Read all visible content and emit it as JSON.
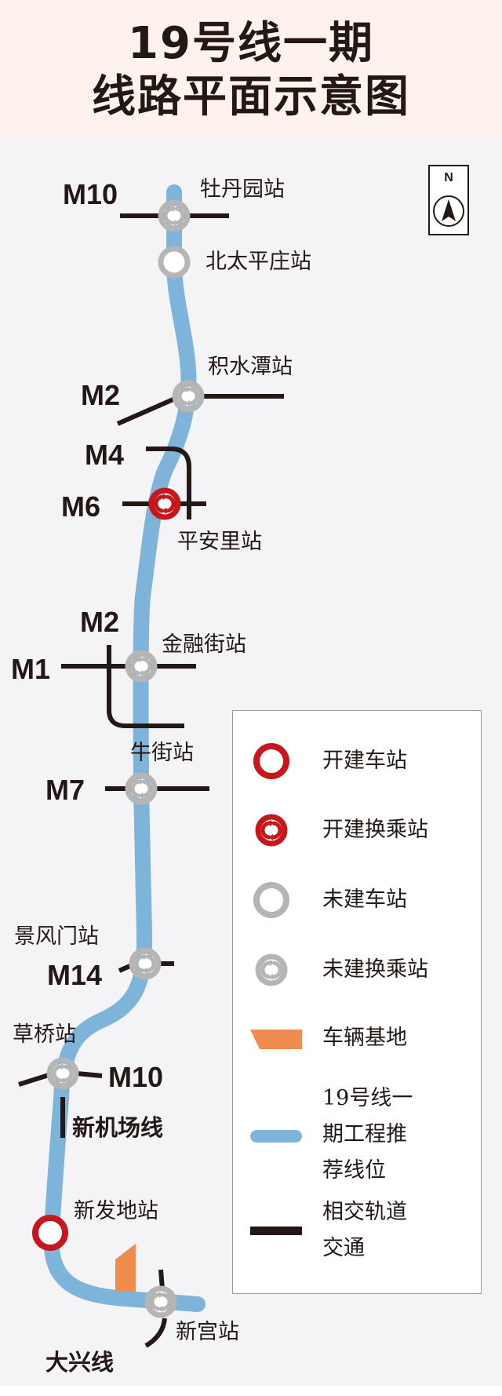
{
  "title": {
    "line1": "19号线一期",
    "line2": "线路平面示意图"
  },
  "compass": {
    "label": "N",
    "icon": "north-arrow-icon"
  },
  "colors": {
    "route_blue": "#7fb4da",
    "open_red": "#c8161d",
    "unbuilt_grey": "#b5b5b6",
    "intersect_black": "#231815",
    "depot_orange": "#f08c4e",
    "title_bg": "#fdf2ec",
    "map_bg": "#f4f3f6"
  },
  "stations": [
    {
      "name": "牡丹园站",
      "type": "unbuilt-transfer",
      "transfer_lines": [
        "M10"
      ]
    },
    {
      "name": "北太平庄站",
      "type": "unbuilt"
    },
    {
      "name": "积水潭站",
      "type": "unbuilt-transfer",
      "transfer_lines": [
        "M2"
      ]
    },
    {
      "name": "平安里站",
      "type": "open-transfer",
      "transfer_lines": [
        "M4",
        "M6"
      ]
    },
    {
      "name": "金融街站",
      "type": "unbuilt-transfer",
      "transfer_lines": [
        "M2",
        "M1"
      ]
    },
    {
      "name": "牛街站",
      "type": "unbuilt-transfer",
      "transfer_lines": [
        "M7"
      ]
    },
    {
      "name": "景风门站",
      "type": "unbuilt-transfer",
      "transfer_lines": [
        "M14"
      ]
    },
    {
      "name": "草桥站",
      "type": "unbuilt-transfer",
      "transfer_lines": [
        "M10",
        "新机场线"
      ]
    },
    {
      "name": "新发地站",
      "type": "open"
    },
    {
      "name": "新宫站",
      "type": "unbuilt-transfer",
      "transfer_lines": [
        "大兴线"
      ]
    }
  ],
  "line_labels": {
    "m10_top": "M10",
    "m2_top": "M2",
    "m4": "M4",
    "m6": "M6",
    "m2_mid": "M2",
    "m1": "M1",
    "m7": "M7",
    "m14": "M14",
    "m10_bottom": "M10",
    "new_airport": "新机场线",
    "daxing": "大兴线"
  },
  "legend": {
    "items": [
      {
        "label": "开建车站",
        "symbol": "open-station"
      },
      {
        "label": "开建换乘站",
        "symbol": "open-transfer-station"
      },
      {
        "label": "未建车站",
        "symbol": "unbuilt-station"
      },
      {
        "label": "未建换乘站",
        "symbol": "unbuilt-transfer-station"
      },
      {
        "label": "车辆基地",
        "symbol": "depot"
      },
      {
        "label": "19号线一期工程推荐线位",
        "lines": [
          "19号线一",
          "期工程推",
          "荐线位"
        ],
        "symbol": "route-line"
      },
      {
        "label": "相交轨道交通",
        "lines": [
          "相交轨道",
          "交通"
        ],
        "symbol": "intersecting-line"
      }
    ]
  }
}
